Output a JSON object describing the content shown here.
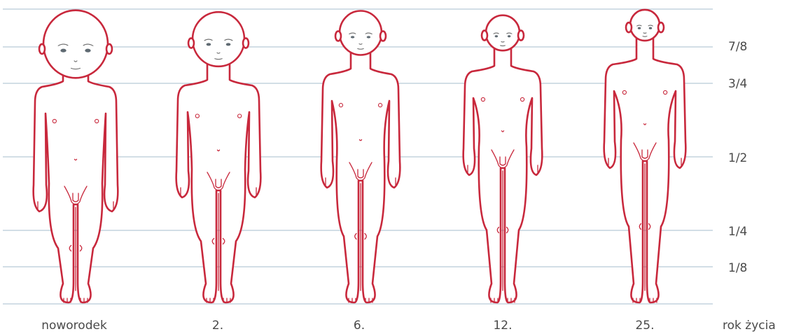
{
  "proportion_labels": [
    "7/8",
    "3/4",
    "1/2",
    "1/4",
    "1/8"
  ],
  "age_labels": [
    "noworodek",
    "2.",
    "6.",
    "12.",
    "25."
  ],
  "axis_label": "rok życia",
  "colors": {
    "outline": "#c8283c",
    "gridline": "#b8c9d8",
    "text": "#4a4a4a"
  }
}
